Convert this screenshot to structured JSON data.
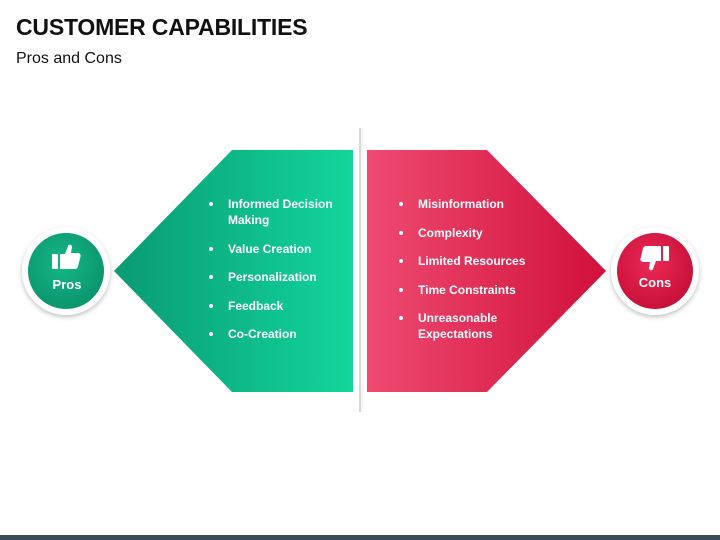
{
  "header": {
    "title": "CUSTOMER CAPABILITIES",
    "subtitle": "Pros and Cons"
  },
  "pros": {
    "label": "Pros",
    "icon": "thumbs-up-icon",
    "color": "#0fa07a",
    "items": [
      "Informed Decision Making",
      "Value Creation",
      "Personalization",
      "Feedback",
      "Co-Creation"
    ]
  },
  "cons": {
    "label": "Cons",
    "icon": "thumbs-down-icon",
    "color": "#d7173f",
    "items": [
      "Misinformation",
      "Complexity",
      "Limited Resources",
      "Time Constraints",
      "Unreasonable Expectations"
    ]
  },
  "colors": {
    "green_light": "#12d69a",
    "green_dark": "#0a9a72",
    "red_light": "#ef4a72",
    "red_dark": "#d0103a",
    "footer": "#3c4b5c"
  }
}
